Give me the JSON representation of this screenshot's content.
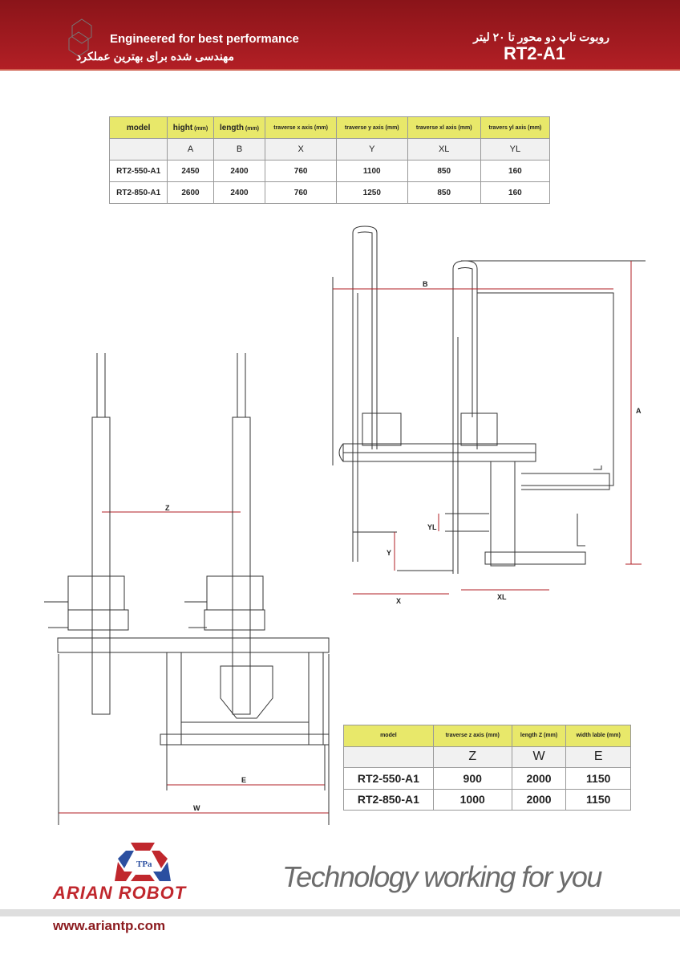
{
  "header": {
    "tagline_en": "Engineered for best performance",
    "tagline_fa": "مهندسی شده برای بهترین عملکرد",
    "product_fa": "روبوت تاپ دو محور تا ۲۰ لیتر",
    "model": "RT2-A1",
    "colors": {
      "primary": "#b21f25"
    }
  },
  "table1": {
    "headers": [
      {
        "label": "model",
        "unit": ""
      },
      {
        "label": "hight",
        "unit": "(mm)"
      },
      {
        "label": "length",
        "unit": "(mm)"
      },
      {
        "label": "traverse x axis",
        "unit": "(mm)"
      },
      {
        "label": "traverse y axis",
        "unit": "(mm)"
      },
      {
        "label": "traverse xl axis",
        "unit": "(mm)"
      },
      {
        "label": "travers yl axis",
        "unit": "(mm)"
      }
    ],
    "letters": [
      "",
      "A",
      "B",
      "X",
      "Y",
      "XL",
      "YL"
    ],
    "rows": [
      [
        "RT2-550-A1",
        "2450",
        "2400",
        "760",
        "1100",
        "850",
        "160"
      ],
      [
        "RT2-850-A1",
        "2600",
        "2400",
        "760",
        "1250",
        "850",
        "160"
      ]
    ]
  },
  "table2": {
    "headers": [
      "model",
      "traverse z axis  (mm)",
      "length Z  (mm)",
      "width lable (mm)"
    ],
    "letters": [
      "",
      "Z",
      "W",
      "E"
    ],
    "rows": [
      [
        "RT2-550-A1",
        "900",
        "2000",
        "1150"
      ],
      [
        "RT2-850-A1",
        "1000",
        "2000",
        "1150"
      ]
    ]
  },
  "drawing_labels": {
    "b": "B",
    "a": "A",
    "x": "X",
    "y": "Y",
    "xl": "XL",
    "yl": "YL",
    "z": "Z",
    "e": "E",
    "w": "W"
  },
  "footer": {
    "brand": "ARIAN ROBOT",
    "logo_mark": "TPa",
    "slogan": "Technology working for you",
    "url": "www.ariantp.com"
  }
}
